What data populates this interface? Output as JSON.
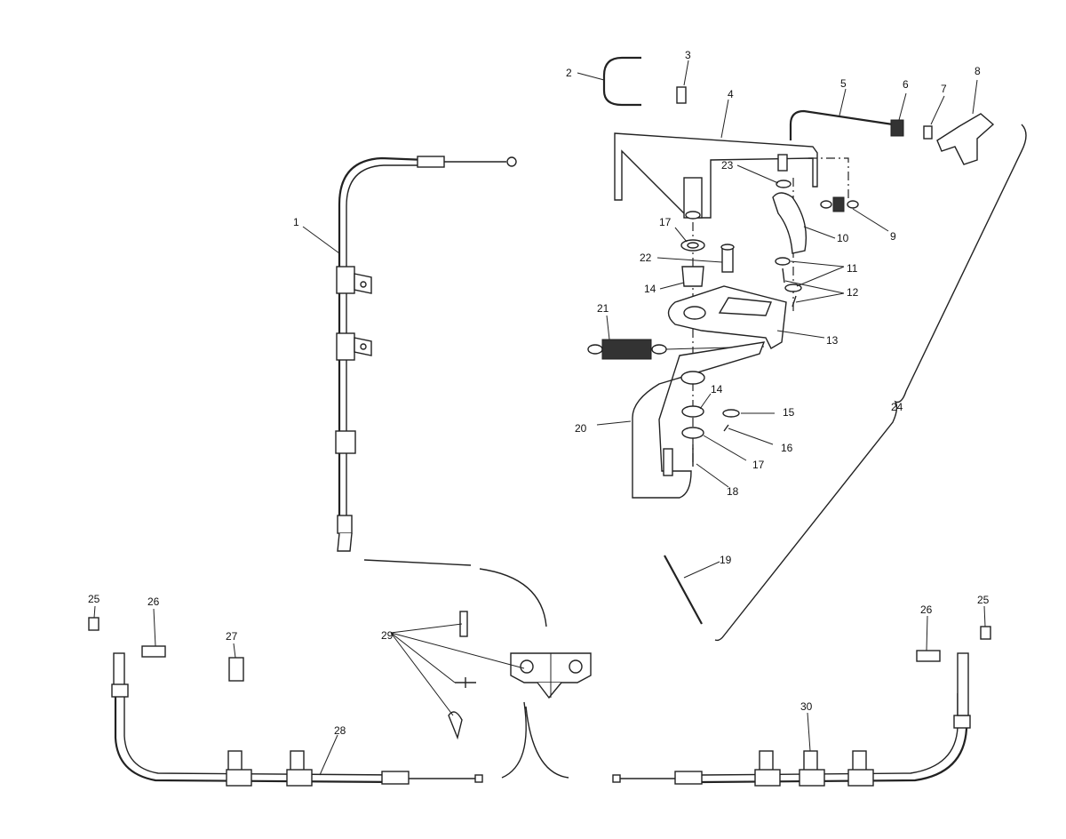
{
  "diagram": {
    "title": "Brake / cable assembly exploded parts diagram",
    "callouts": [
      "1",
      "2",
      "3",
      "4",
      "5",
      "6",
      "7",
      "8",
      "9",
      "10",
      "11",
      "12",
      "13",
      "14",
      "14",
      "15",
      "16",
      "17",
      "17",
      "18",
      "19",
      "20",
      "21",
      "22",
      "23",
      "24",
      "25",
      "25",
      "26",
      "26",
      "27",
      "28",
      "29",
      "30"
    ]
  }
}
